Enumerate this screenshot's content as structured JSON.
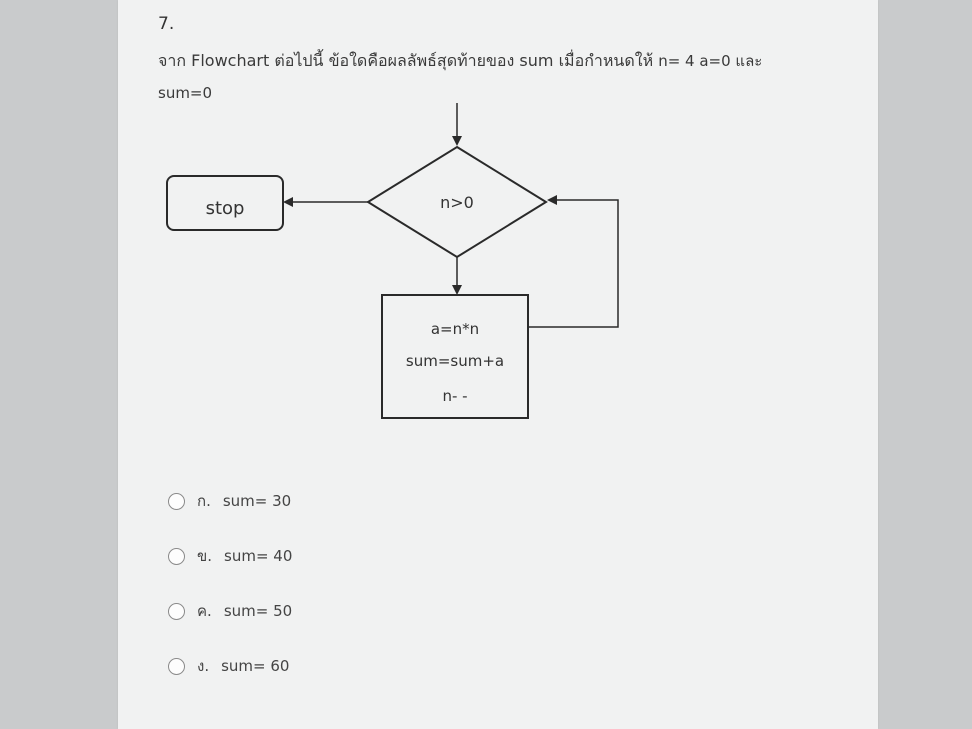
{
  "question": {
    "number": "7.",
    "text": "จาก Flowchart ต่อไปนี้ ข้อใดคือผลลัพธ์สุดท้ายของ sum เมื่อกำหนดให้",
    "condition": "n= 4 a=0 และ",
    "condition_cont": "sum=0"
  },
  "flowchart": {
    "stop": "stop",
    "decision": "n>0",
    "process_lines": [
      "a=n*n",
      "sum=sum+a",
      "n- -"
    ]
  },
  "options": [
    {
      "label": "ก.",
      "text": "sum= 30"
    },
    {
      "label": "ข.",
      "text": "sum= 40"
    },
    {
      "label": "ค.",
      "text": "sum= 50"
    },
    {
      "label": "ง.",
      "text": "sum= 60"
    }
  ]
}
